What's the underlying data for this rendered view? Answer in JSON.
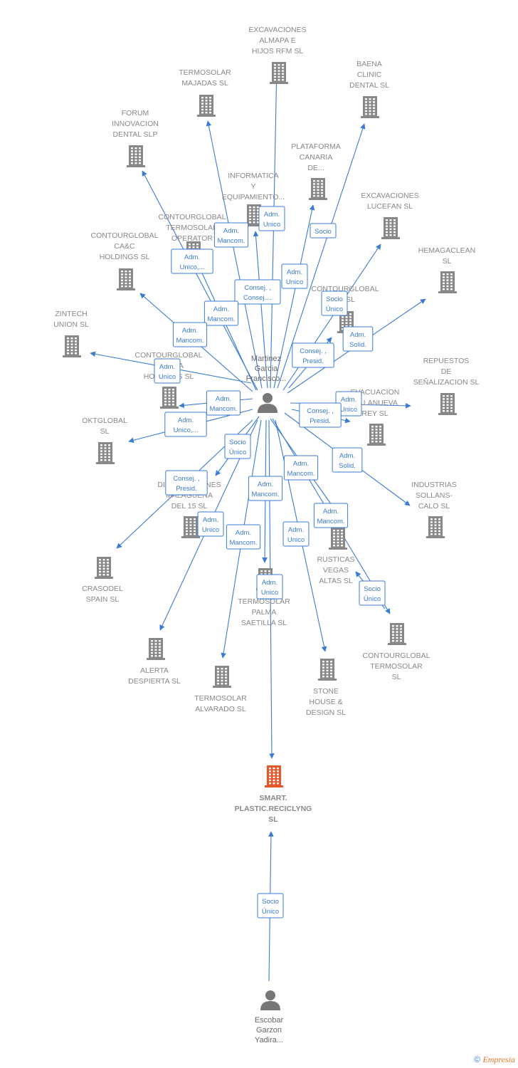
{
  "colors": {
    "edge": "#3a7bd5",
    "building": "#888888",
    "building_main": "#e8562a",
    "person": "#777777"
  },
  "persons": [
    {
      "id": "p1",
      "label": [
        "Martinez",
        "Garcia",
        "Francisco..."
      ]
    },
    {
      "id": "p2",
      "label": [
        "Escobar",
        "Garzon",
        "Yadira..."
      ]
    }
  ],
  "companies": [
    {
      "id": "c1",
      "label": [
        "EXCAVACIONES",
        "ALMAPA E",
        "HIJOS RFM  SL"
      ]
    },
    {
      "id": "c2",
      "label": [
        "TERMOSOLAR",
        "MAJADAS SL"
      ]
    },
    {
      "id": "c3",
      "label": [
        "BAENA",
        "CLINIC",
        "DENTAL  SL"
      ]
    },
    {
      "id": "c4",
      "label": [
        "FORUM",
        "INNOVACION",
        "DENTAL  SLP"
      ]
    },
    {
      "id": "c5",
      "label": [
        "PLATAFORMA",
        "CANARIA",
        "DE..."
      ]
    },
    {
      "id": "c6",
      "label": [
        "INFORMATICA",
        "Y",
        "EQUIPAMIENTO..."
      ]
    },
    {
      "id": "c7",
      "label": [
        "EXCAVACIONES",
        "LUCEFAN  SL"
      ]
    },
    {
      "id": "c8",
      "label": [
        "CONTOURGLOBAL",
        "TERMOSOLAR",
        "OPERATOR"
      ]
    },
    {
      "id": "c9",
      "label": [
        "CONTOURGLOBAL",
        "CA&C",
        "HOLDINGS  SL"
      ]
    },
    {
      "id": "c10",
      "label": [
        "HEMAGACLEAN",
        "SL"
      ]
    },
    {
      "id": "c11",
      "label": [
        "CONTOURGLOBAL",
        "LA SL"
      ]
    },
    {
      "id": "c12",
      "label": [
        "ZINTECH",
        "UNION  SL"
      ]
    },
    {
      "id": "c13",
      "label": [
        "CONTOURGLOBAL",
        "ESPANA",
        "HOLDINGS  SL"
      ]
    },
    {
      "id": "c14",
      "label": [
        "REPUESTOS",
        "DE",
        "SEÑALIZACION SL"
      ]
    },
    {
      "id": "c15",
      "label": [
        "EVACUACION",
        "VILLANUEVA",
        "REY SL"
      ]
    },
    {
      "id": "c16",
      "label": [
        "OKTGLOBAL",
        "SL"
      ]
    },
    {
      "id": "c17",
      "label": [
        "DISTRIBUCIONES",
        "MALAGUEÑA",
        "DEL 15  SL"
      ]
    },
    {
      "id": "c18",
      "label": [
        "INDUSTRIAS",
        "SOLLANS-",
        "CALO  SL"
      ]
    },
    {
      "id": "c19",
      "label": [
        "CRASODEL",
        "SPAIN  SL"
      ]
    },
    {
      "id": "c20",
      "label": [
        "RUSTICAS",
        "VEGAS",
        "ALTAS SL"
      ]
    },
    {
      "id": "c21",
      "label": [
        "TERMOSOLAR",
        "PALMA",
        "SAETILLA SL"
      ]
    },
    {
      "id": "c22",
      "label": [
        "CONTOURGLOBAL",
        "TERMOSOLAR",
        "SL"
      ]
    },
    {
      "id": "c23",
      "label": [
        "ALERTA",
        "DESPIERTA SL"
      ]
    },
    {
      "id": "c24",
      "label": [
        "TERMOSOLAR",
        "ALVARADO SL"
      ]
    },
    {
      "id": "c25",
      "label": [
        "STONE",
        "HOUSE &",
        "DESIGN SL"
      ]
    },
    {
      "id": "c26",
      "label": [
        "SMART.",
        "PLASTIC.RECICLYNG",
        "SL"
      ],
      "main": true
    }
  ],
  "relations": [
    {
      "from": "p1",
      "to": "c1",
      "label": [
        "Adm.",
        "Unico"
      ]
    },
    {
      "from": "p1",
      "to": "c2",
      "label": [
        "Adm.",
        "Mancom."
      ]
    },
    {
      "from": "p1",
      "to": "c3",
      "label": [
        "Socio"
      ]
    },
    {
      "from": "p1",
      "to": "c4",
      "label": [
        "Adm.",
        "Unico,..."
      ]
    },
    {
      "from": "p1",
      "to": "c5",
      "label": [
        "Adm.",
        "Unico"
      ]
    },
    {
      "from": "p1",
      "to": "c6",
      "label": [
        "Consej. ,",
        "Consej...."
      ]
    },
    {
      "from": "p1",
      "to": "c7",
      "label": [
        "Socio",
        "Único"
      ]
    },
    {
      "from": "p1",
      "to": "c8",
      "label": [
        "Adm.",
        "Mancom."
      ]
    },
    {
      "from": "p1",
      "to": "c9",
      "label": [
        "Adm.",
        "Mancom."
      ]
    },
    {
      "from": "p1",
      "to": "c10",
      "label": [
        "Adm.",
        "Solid."
      ]
    },
    {
      "from": "p1",
      "to": "c11",
      "label": [
        "Consej. ,",
        "Presid."
      ]
    },
    {
      "from": "p1",
      "to": "c12",
      "label": [
        "Adm.",
        "Unico"
      ]
    },
    {
      "from": "p1",
      "to": "c13",
      "label": [
        "Adm.",
        "Mancom."
      ]
    },
    {
      "from": "p1",
      "to": "c14",
      "label": [
        "Adm.",
        "Unico"
      ]
    },
    {
      "from": "p1",
      "to": "c15",
      "label": [
        "Consej. ,",
        "Presid."
      ]
    },
    {
      "from": "p1",
      "to": "c16",
      "label": [
        "Adm.",
        "Unico,..."
      ]
    },
    {
      "from": "p1",
      "to": "c17",
      "label": [
        "Socio",
        "Único"
      ]
    },
    {
      "from": "p1",
      "to": "c18",
      "label": [
        "Adm.",
        "Solid."
      ]
    },
    {
      "from": "p1",
      "to": "c19",
      "label": [
        "Consej. ,",
        "Presid."
      ]
    },
    {
      "from": "p1",
      "to": "c20",
      "label": [
        "Adm.",
        "Mancom."
      ]
    },
    {
      "from": "p1",
      "to": "c21",
      "label": [
        "Adm.",
        "Mancom."
      ]
    },
    {
      "from": "p1",
      "to": "c22",
      "label": [
        "Adm.",
        "Mancom."
      ]
    },
    {
      "from": "p1",
      "to": "c23",
      "label": [
        "Adm.",
        "Unico"
      ]
    },
    {
      "from": "p1",
      "to": "c24",
      "label": [
        "Adm.",
        "Mancom."
      ]
    },
    {
      "from": "p1",
      "to": "c25",
      "label": [
        "Adm.",
        "Unico"
      ]
    },
    {
      "from": "p1",
      "to": "c26",
      "label": [
        "Adm.",
        "Unico"
      ]
    },
    {
      "from": "c22",
      "to": "c20",
      "label": [
        "Socio",
        "Único"
      ]
    },
    {
      "from": "p2",
      "to": "c26",
      "label": [
        "Socio",
        "Único"
      ]
    }
  ],
  "footer": {
    "copyright": "©",
    "brand": "Empresia"
  }
}
